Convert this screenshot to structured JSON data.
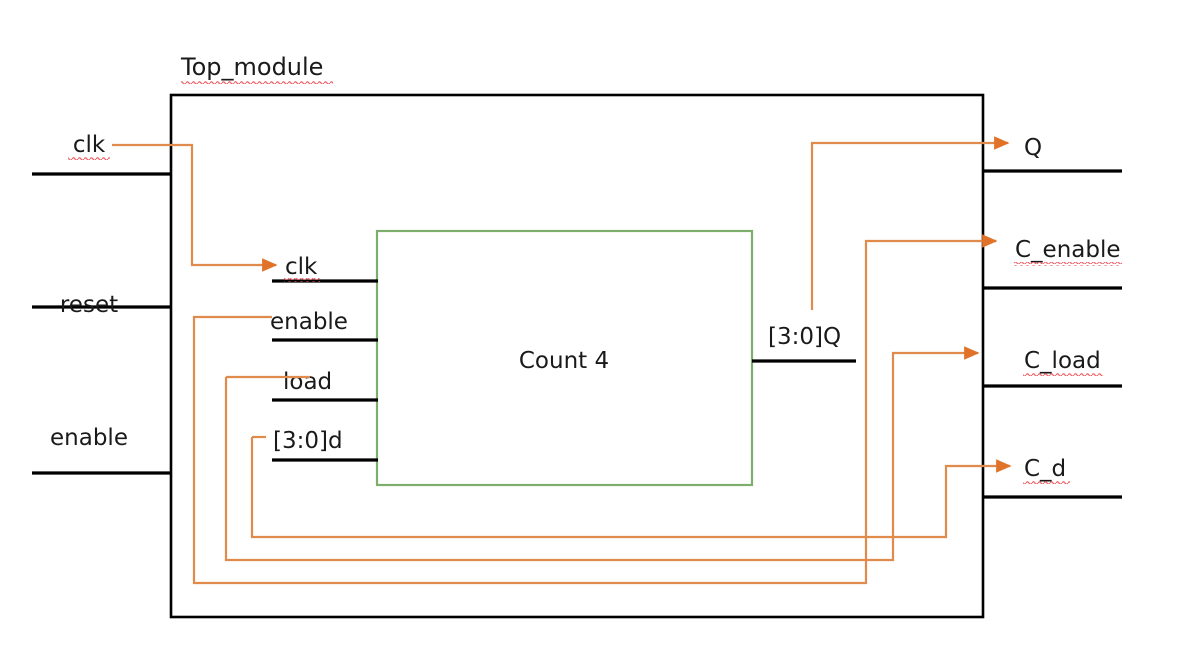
{
  "diagram": {
    "title": "Top_module",
    "inner_block_label": "Count 4",
    "colors": {
      "wire_orange": "#E08A4C",
      "arrow_orange": "#E0722A",
      "inner_block_green": "#7DAE6E",
      "wire_black": "#000000",
      "spellcheck_red": "#E8555C",
      "background": "#FFFFFF"
    },
    "external_inputs": [
      {
        "label": "clk",
        "misspelled": true
      },
      {
        "label": "reset",
        "misspelled": false
      },
      {
        "label": "enable",
        "misspelled": false
      }
    ],
    "external_outputs": [
      {
        "label": "Q",
        "misspelled": false
      },
      {
        "label": "C_enable",
        "misspelled": true
      },
      {
        "label": "C_load",
        "misspelled": true
      },
      {
        "label": "C_d",
        "misspelled": true
      }
    ],
    "inner_inputs": [
      {
        "label": "clk",
        "misspelled": true
      },
      {
        "label": "enable",
        "misspelled": false
      },
      {
        "label": "load",
        "misspelled": false
      },
      {
        "label": "[3:0]d",
        "misspelled": false
      }
    ],
    "inner_outputs": [
      {
        "label": "[3:0]Q",
        "misspelled": false
      }
    ],
    "connections": [
      {
        "from": "clk",
        "to": "clk"
      },
      {
        "from": "enable",
        "to": "enable"
      },
      {
        "from": "C_load",
        "to": "load"
      },
      {
        "from": "C_d",
        "to": "[3:0]d"
      },
      {
        "from": "[3:0]Q",
        "to": "Q"
      },
      {
        "from": "enable",
        "to": "C_enable"
      }
    ]
  }
}
